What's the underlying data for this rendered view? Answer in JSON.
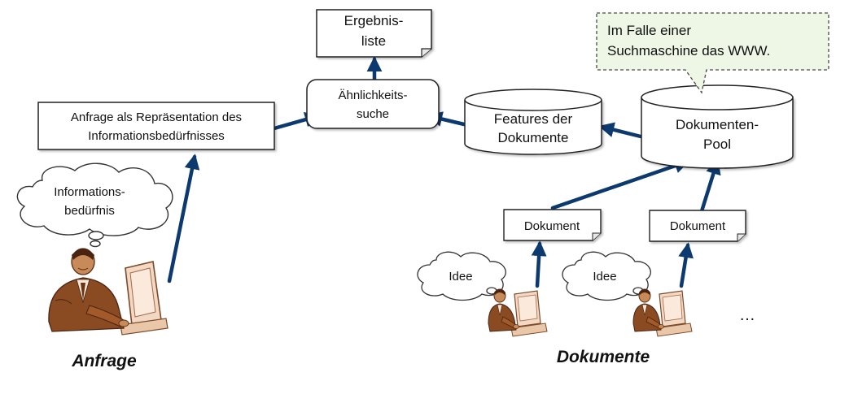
{
  "colors": {
    "arrow": "#0d3a6e",
    "box_stroke": "#222222",
    "callout_fill": "#eef7e6",
    "callout_stroke": "#4a4a4a",
    "skin": "#c98a5a",
    "suit": "#8a4a22"
  },
  "nodes": {
    "ergebnisliste": {
      "line1": "Ergebnis-",
      "line2": "liste"
    },
    "aehnlichkeitssuche": {
      "line1": "Ähnlichkeits-",
      "line2": "suche"
    },
    "anfrage_repraesentation": {
      "line1": "Anfrage als Repräsentation des",
      "line2": "Informationsbedürfnisses"
    },
    "features": {
      "line1": "Features der",
      "line2": "Dokumente"
    },
    "dokumenten_pool": {
      "line1": "Dokumenten-",
      "line2": "Pool"
    },
    "callout": {
      "line1": "Im Falle einer",
      "line2": "Suchmaschine das WWW."
    },
    "dokument_1": {
      "label": "Dokument"
    },
    "dokument_2": {
      "label": "Dokument"
    }
  },
  "thoughts": {
    "informationsbeduerfnis": {
      "line1": "Informations-",
      "line2": "bedürfnis"
    },
    "idee_1": "Idee",
    "idee_2": "Idee"
  },
  "icons": {
    "user_large": "person-at-computer-icon",
    "user_small_1": "person-at-computer-icon",
    "user_small_2": "person-at-computer-icon"
  },
  "captions": {
    "anfrage": "Anfrage",
    "dokumente": "Dokumente",
    "ellipsis": "…"
  }
}
